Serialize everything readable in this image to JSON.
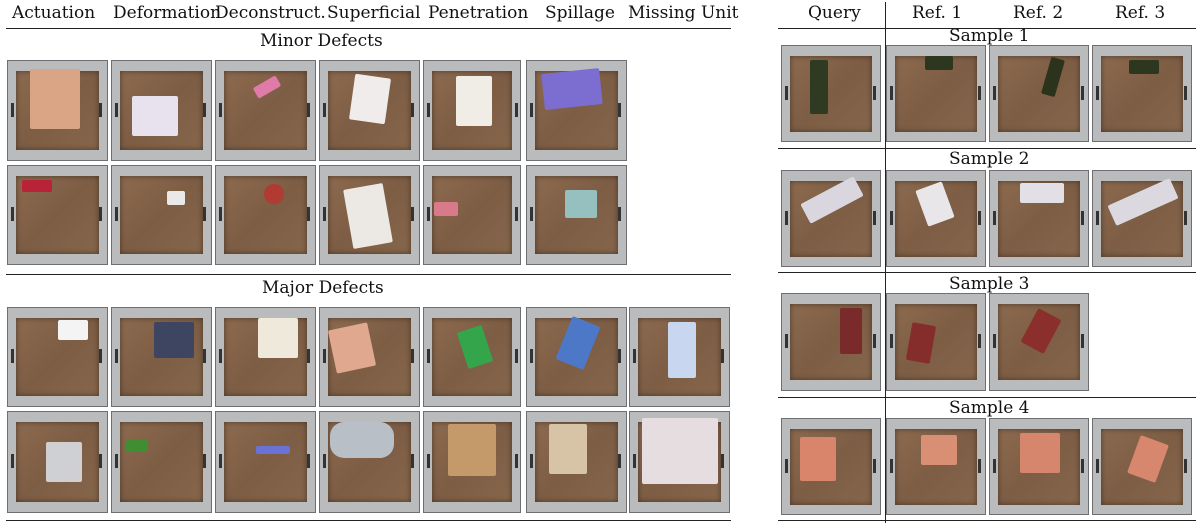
{
  "left_headers": [
    "Actuation",
    "Deformation",
    "Deconstruct.",
    "Superficial",
    "Penetration",
    "Spillage",
    "Missing Unit"
  ],
  "left_sections": {
    "minor": "Minor Defects",
    "major": "Major Defects"
  },
  "right_headers": [
    "Query",
    "Ref. 1",
    "Ref. 2",
    "Ref. 3"
  ],
  "samples": [
    "Sample 1",
    "Sample 2",
    "Sample 3",
    "Sample 4"
  ],
  "colors": {
    "tote_gray": "#b9bbbd",
    "tote_floor": "#7d5d44",
    "rule": "#222222"
  }
}
